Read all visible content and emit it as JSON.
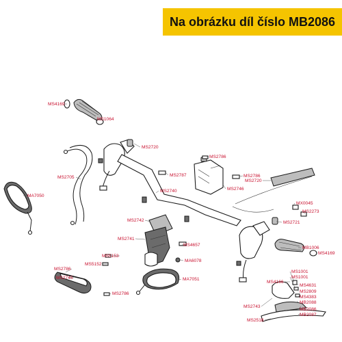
{
  "header": {
    "title": "Na obrázku díl číslo MB2086",
    "background": "#f5c400",
    "text_color": "#111111"
  },
  "diagram": {
    "label_color": "#c8102e",
    "labels": [
      {
        "id": "ms4169-top",
        "text": "MS4169"
      },
      {
        "id": "ms1064",
        "text": "MS1064"
      },
      {
        "id": "ms2720-a",
        "text": "MS2720"
      },
      {
        "id": "ms2786-a",
        "text": "MS2786"
      },
      {
        "id": "ms2705",
        "text": "MS2705"
      },
      {
        "id": "ms2787",
        "text": "MS2787"
      },
      {
        "id": "ms2786-b",
        "text": "MS2786"
      },
      {
        "id": "ms2720-b",
        "text": "MS2720"
      },
      {
        "id": "ms2746",
        "text": "MS2746"
      },
      {
        "id": "ma7050",
        "text": "MA7050"
      },
      {
        "id": "ms2740",
        "text": "MS2740"
      },
      {
        "id": "mx0045",
        "text": "MX0045"
      },
      {
        "id": "ms2273",
        "text": "MS2273"
      },
      {
        "id": "ms2742",
        "text": "MS2742"
      },
      {
        "id": "ms2721",
        "text": "MS2721"
      },
      {
        "id": "ms2741",
        "text": "MS2741"
      },
      {
        "id": "ms4657",
        "text": "MS4657"
      },
      {
        "id": "mb1006",
        "text": "MB1006"
      },
      {
        "id": "ms4169-right",
        "text": "MS4169"
      },
      {
        "id": "ms5153",
        "text": "MS5153"
      },
      {
        "id": "ma6078",
        "text": "MA6078"
      },
      {
        "id": "ms5152",
        "text": "MS5152"
      },
      {
        "id": "ms1001-a",
        "text": "MS1001"
      },
      {
        "id": "ms4166",
        "text": "MS4166"
      },
      {
        "id": "ms1001-b",
        "text": "MS1001"
      },
      {
        "id": "ms2786-c",
        "text": "MS2786"
      },
      {
        "id": "ma7051",
        "text": "MA7051"
      },
      {
        "id": "ms2745",
        "text": "MS2745"
      },
      {
        "id": "ms4631",
        "text": "MS4631"
      },
      {
        "id": "ms2809",
        "text": "MS2809"
      },
      {
        "id": "ms4383",
        "text": "MS4383"
      },
      {
        "id": "mb2088",
        "text": "MB2088"
      },
      {
        "id": "ms2786-d",
        "text": "MS2786"
      },
      {
        "id": "ms2743",
        "text": "MS2743"
      },
      {
        "id": "mb2086",
        "text": "MB2086"
      },
      {
        "id": "mb2087",
        "text": "MB2087"
      },
      {
        "id": "ms2518",
        "text": "MS2518"
      }
    ]
  }
}
